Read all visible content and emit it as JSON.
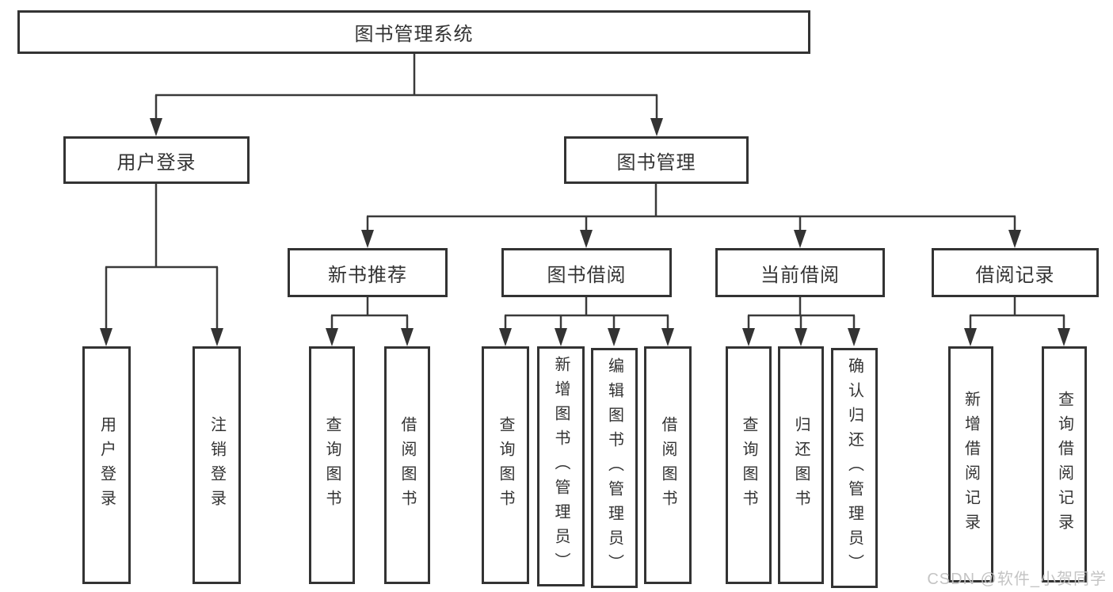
{
  "colors": {
    "line": "#3a3a3a",
    "box_border": "#333333",
    "box_fill": "#ffffff",
    "text": "#333333",
    "watermark": "#c1c1c1"
  },
  "watermark": {
    "text": "CSDN @软件_小贺同学"
  },
  "tree": {
    "root": {
      "label": "图书管理系统"
    },
    "children": [
      {
        "label": "用户登录",
        "children": [
          {
            "label": "用户登录"
          },
          {
            "label": "注销登录"
          }
        ]
      },
      {
        "label": "图书管理",
        "children": [
          {
            "label": "新书推荐",
            "children": [
              {
                "label": "查询图书"
              },
              {
                "label": "借阅图书"
              }
            ]
          },
          {
            "label": "图书借阅",
            "children": [
              {
                "label": "查询图书"
              },
              {
                "label": "新增图书（管理员）"
              },
              {
                "label": "编辑图书（管理员）"
              },
              {
                "label": "借阅图书"
              }
            ]
          },
          {
            "label": "当前借阅",
            "children": [
              {
                "label": "查询图书"
              },
              {
                "label": "归还图书"
              },
              {
                "label": "确认归还（管理员）"
              }
            ]
          },
          {
            "label": "借阅记录",
            "children": [
              {
                "label": "新增借阅记录"
              },
              {
                "label": "查询借阅记录"
              }
            ]
          }
        ]
      }
    ]
  }
}
